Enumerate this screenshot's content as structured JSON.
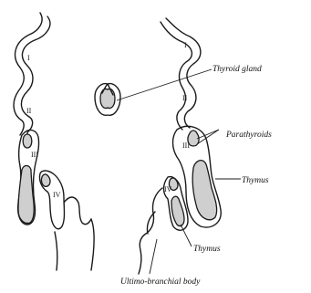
{
  "diagram": {
    "pouch_numerals": [
      "I",
      "II",
      "III",
      "IV"
    ],
    "labels": {
      "thyroid": "Thyroid gland",
      "parathyroids": "Parathyroids",
      "thymus_upper": "Thymus",
      "thymus_lower": "Thymus",
      "ultimo": "Ultimo-branchial body"
    }
  }
}
